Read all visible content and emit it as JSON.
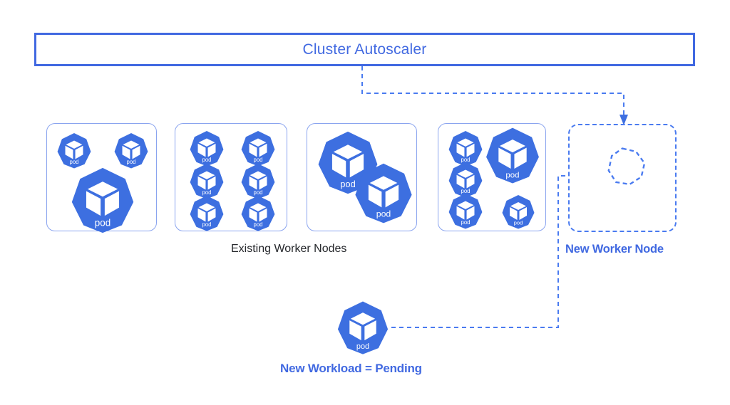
{
  "diagram": {
    "title_box": {
      "label": "Cluster Autoscaler"
    },
    "captions": {
      "existing_nodes": "Existing Worker Nodes",
      "new_node": "New Worker Node",
      "pending_workload": "New Workload = Pending"
    },
    "pod_label": "pod",
    "colors": {
      "accent_blue": "#4169e1",
      "pod_blue": "#3d6fe0",
      "node_border": "#8aa4ef",
      "dashed_blue": "#4a7bf0",
      "text_dark": "#26282c",
      "background": "#ffffff"
    },
    "nodes": [
      {
        "name": "existing-worker-node-1",
        "pods": [
          {
            "label": "pod",
            "size": "small"
          },
          {
            "label": "pod",
            "size": "small"
          },
          {
            "label": "pod",
            "size": "large"
          }
        ]
      },
      {
        "name": "existing-worker-node-2",
        "pods": [
          {
            "label": "pod",
            "size": "small"
          },
          {
            "label": "pod",
            "size": "small"
          },
          {
            "label": "pod",
            "size": "small"
          },
          {
            "label": "pod",
            "size": "small"
          },
          {
            "label": "pod",
            "size": "small"
          },
          {
            "label": "pod",
            "size": "small"
          }
        ]
      },
      {
        "name": "existing-worker-node-3",
        "pods": [
          {
            "label": "pod",
            "size": "large"
          },
          {
            "label": "pod",
            "size": "large"
          }
        ]
      },
      {
        "name": "existing-worker-node-4",
        "pods": [
          {
            "label": "pod",
            "size": "small"
          },
          {
            "label": "pod",
            "size": "small"
          },
          {
            "label": "pod",
            "size": "small"
          },
          {
            "label": "pod",
            "size": "large"
          },
          {
            "label": "pod",
            "size": "small"
          }
        ]
      }
    ],
    "new_node": {
      "name": "new-worker-node",
      "style": "dashed",
      "placeholder_pod": {
        "label": "",
        "style": "dashed-outline"
      }
    },
    "pending_pod": {
      "label": "pod",
      "size": "large"
    },
    "connectors": [
      {
        "name": "autoscaler-to-new-node",
        "from": "Cluster Autoscaler",
        "to": "New Worker Node",
        "style": "dashed",
        "arrow": "down"
      },
      {
        "name": "pending-pod-to-new-node",
        "from": "New Workload = Pending",
        "to": "New Worker Node",
        "style": "dashed",
        "arrow": "right"
      }
    ]
  }
}
